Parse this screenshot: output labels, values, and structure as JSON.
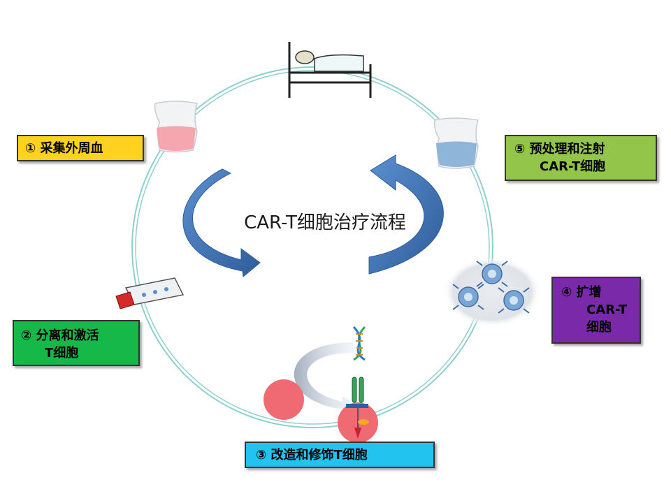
{
  "center_title": "CAR-T细胞治疗流程",
  "steps": [
    {
      "lines": [
        "① 采集外周血"
      ],
      "color": "#ffd21f"
    },
    {
      "lines": [
        "② 分离和激活",
        "T细胞"
      ],
      "color": "#16b84a"
    },
    {
      "lines": [
        "③ 改造和修饰T细胞"
      ],
      "color": "#22c3ee"
    },
    {
      "lines": [
        "④ 扩增",
        "CAR-T",
        "细胞"
      ],
      "color": "#7a2aa8"
    },
    {
      "lines": [
        "⑤ 预处理和注射",
        "CAR-T细胞"
      ],
      "color": "#93c54b"
    }
  ],
  "icons": [
    "hospital-bed-icon",
    "blood-bag-icon",
    "culture-flask-icon",
    "dna-icon",
    "car-receptor-icon",
    "t-cell-icon",
    "infusion-bag-icon",
    "cart-cell-cluster-icon"
  ],
  "colors": {
    "cycle_ring": "#8fcfd0",
    "arrow": "#3f6fb0",
    "cell": "#ef6a72",
    "cart_cell": "#7aa6d6"
  }
}
